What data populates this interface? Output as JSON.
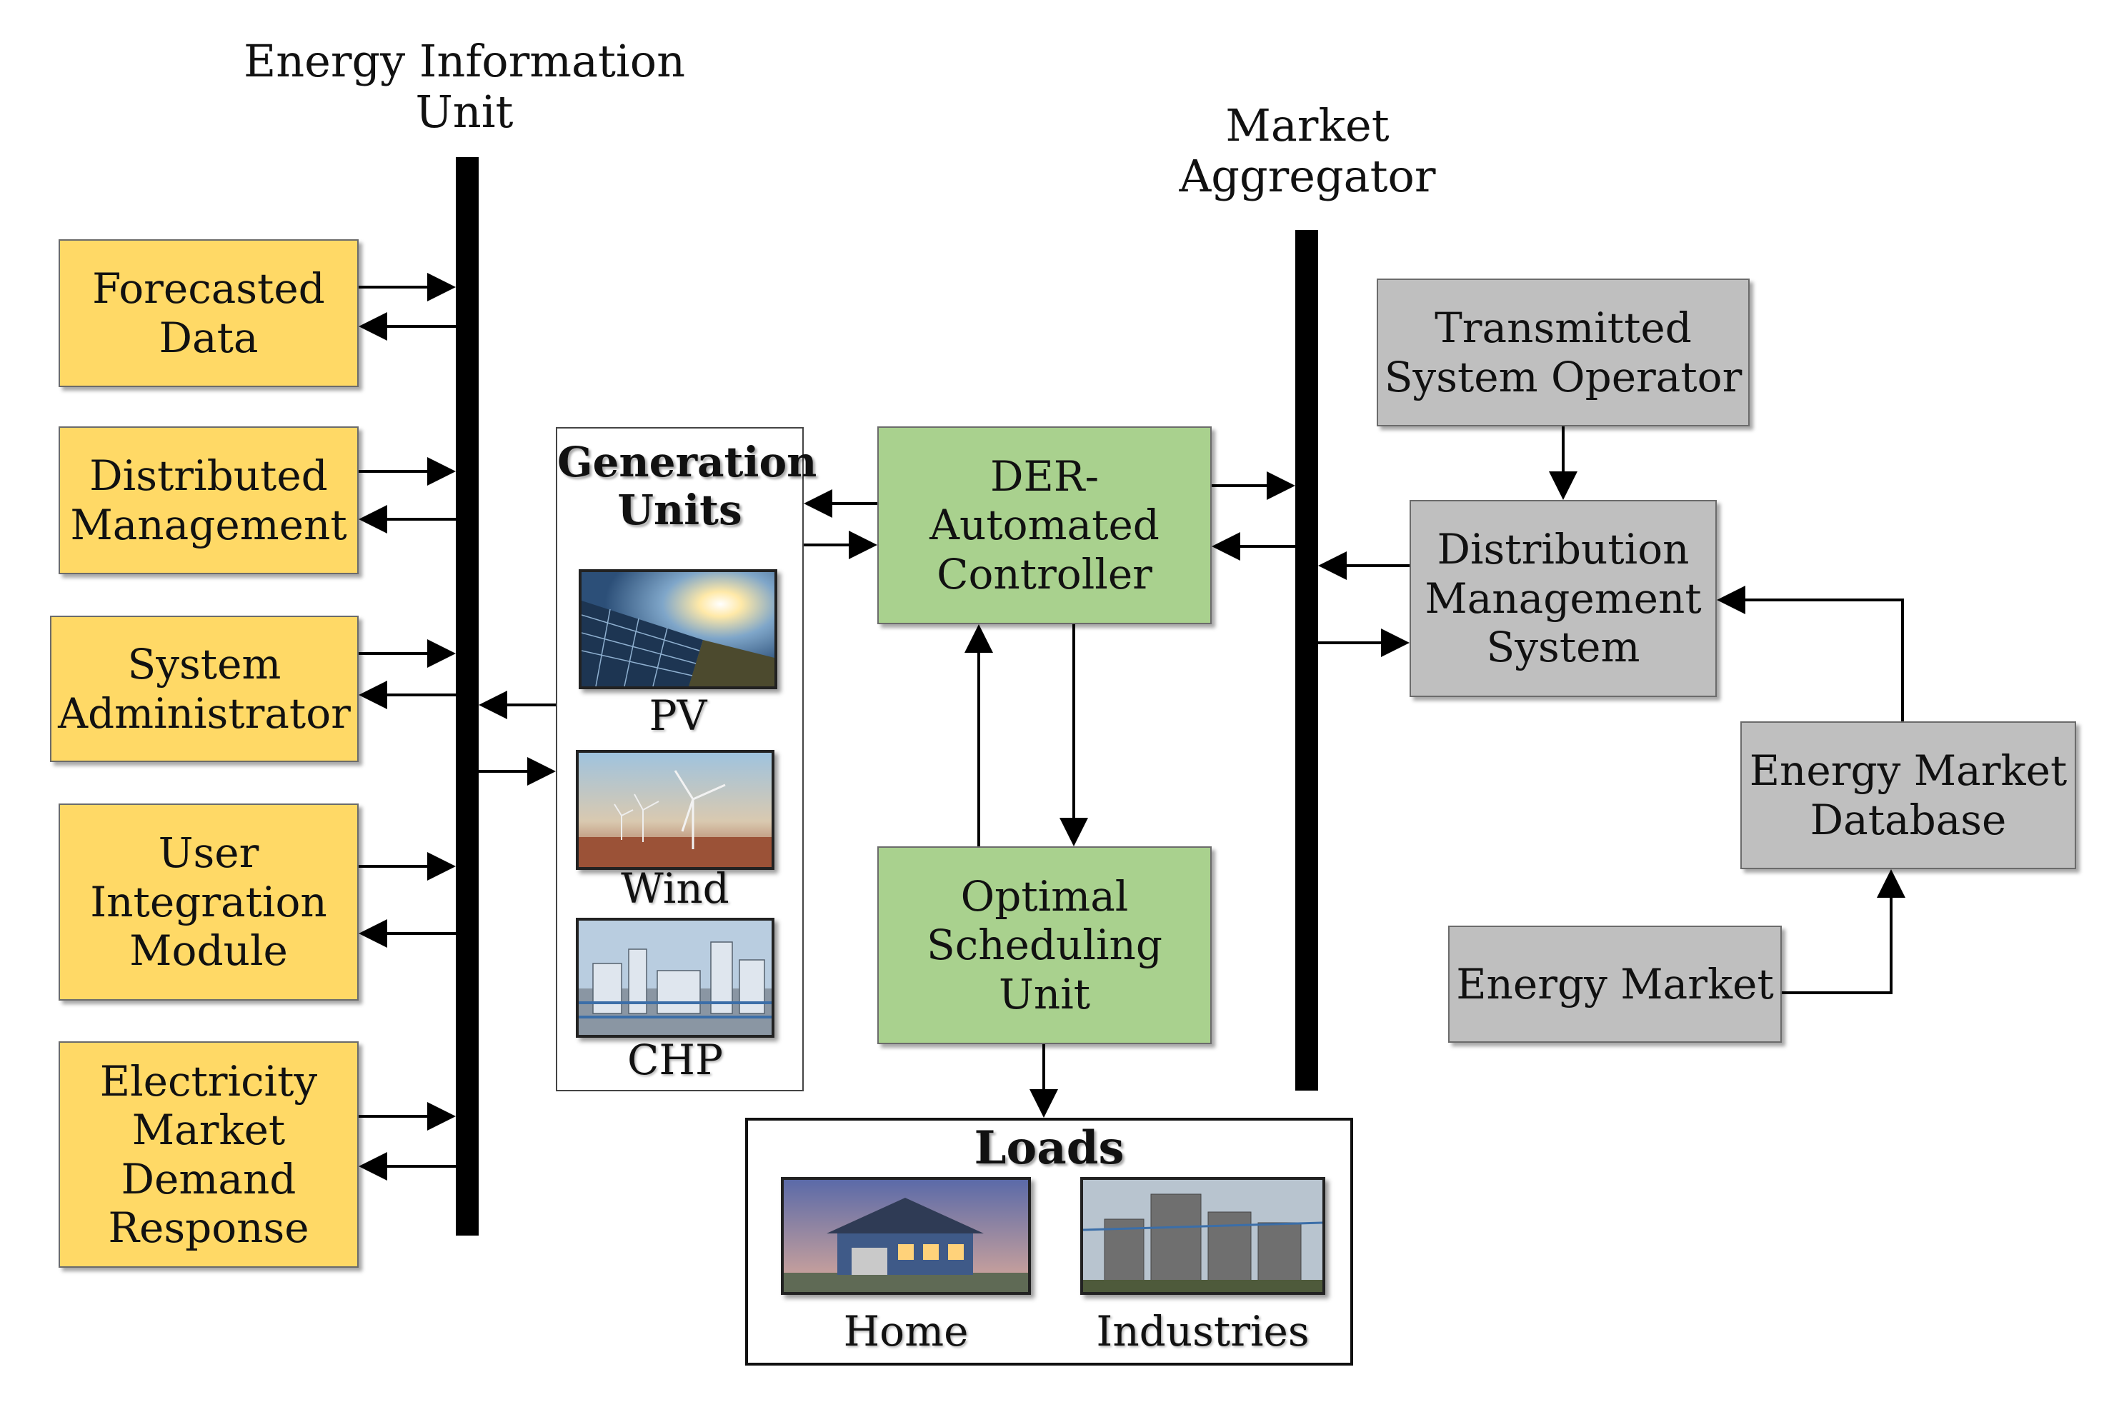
{
  "labels": {
    "energy_information_unit": "Energy Information\nUnit",
    "market_aggregator": "Market\nAggregator"
  },
  "left_boxes": {
    "forecasted_data": "Forecasted\nData",
    "distributed_management": "Distributed\nManagement",
    "system_administrator": "System\nAdministrator",
    "user_integration_module": "User\nIntegration\nModule",
    "electricity_market_demand_response": "Electricity\nMarket\nDemand\nResponse"
  },
  "generation_units": {
    "title": "Generation\nUnits",
    "pv": "PV",
    "wind": "Wind",
    "chp": "CHP"
  },
  "center_boxes": {
    "der_controller": "DER-\nAutomated\nController",
    "optimal_scheduling": "Optimal\nScheduling\nUnit"
  },
  "loads": {
    "title": "Loads",
    "home": "Home",
    "industries": "Industries"
  },
  "right_boxes": {
    "transmitted_system_operator": "Transmitted\nSystem Operator",
    "distribution_management_system": "Distribution\nManagement\nSystem",
    "energy_market_database": "Energy Market\nDatabase",
    "energy_market": "Energy Market"
  },
  "colors": {
    "module_yellow": "#ffd966",
    "controller_green": "#a9d18e",
    "market_gray": "#bfbfbf",
    "bus_black": "#000000"
  }
}
